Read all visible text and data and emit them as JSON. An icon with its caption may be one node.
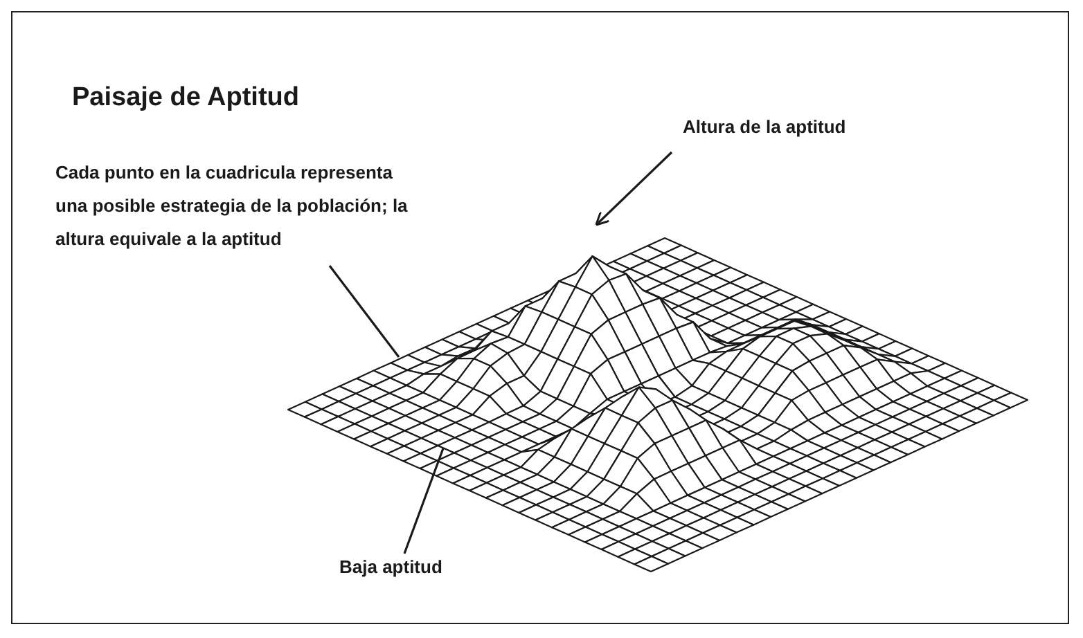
{
  "diagram": {
    "title": "Paisaje de Aptitud",
    "nodes": [
      {
        "text": [
          "Altura de la aptitud"
        ]
      },
      {
        "text": [
          "Cada punto en la cuadricula representa una posible estrategia de la población; la altura equivale a la aptitud"
        ]
      },
      {
        "text": [
          "Baja aptitud"
        ]
      },
      {
        "text": [],
        "shape": "picture"
      }
    ],
    "edges": [
      {
        "from": 0,
        "to": 3,
        "arrow": "to"
      },
      {
        "from": 1,
        "to": 3,
        "arrow": "none"
      },
      {
        "from": 2,
        "to": 3,
        "arrow": "none"
      }
    ]
  }
}
